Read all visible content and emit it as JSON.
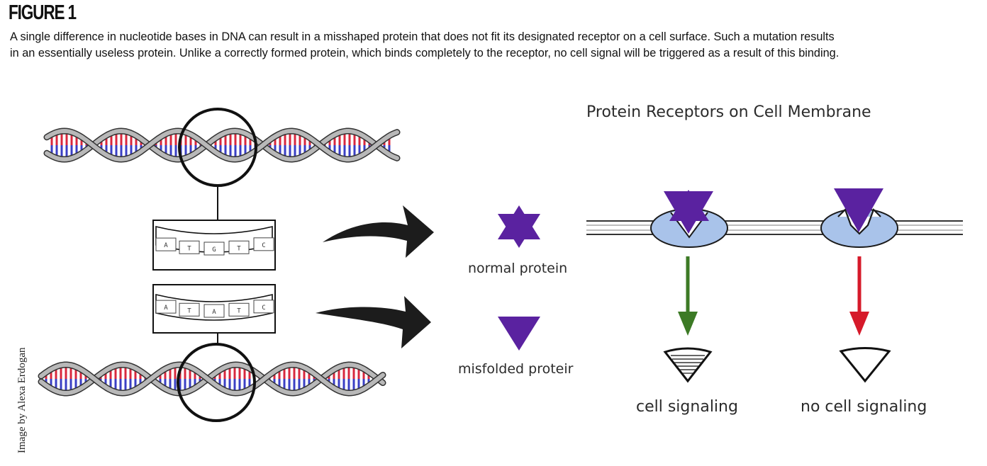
{
  "figure": {
    "title": "FIGURE 1",
    "caption_line1": "A single difference in nucleotide bases in DNA can result in a misshaped protein that does not fit its designated receptor on a cell surface. Such a mutation results",
    "caption_line2": "in an essentially useless protein. Unlike a correctly formed protein, which binds completely to the receptor, no cell signal will be triggered as a result of this binding.",
    "credit": "Image by Alexa Erdogan"
  },
  "diagram": {
    "heading": "Protein Receptors on Cell Membrane",
    "normal_label": "normal protein",
    "misfolded_label": "misfolded proteir",
    "signal_label": "cell signaling",
    "no_signal_label": "no cell signaling",
    "top_sequence": [
      "A",
      "T",
      "G",
      "T",
      "C"
    ],
    "bottom_sequence": [
      "A",
      "T",
      "A",
      "T",
      "C"
    ],
    "colors": {
      "protein": "#5a22a0",
      "receptor": "#a9c3ea",
      "green_arrow": "#3c7a25",
      "red_arrow": "#d61a2a",
      "base_red": "#d8283e",
      "base_blue": "#3a3fc4",
      "mutated_base": "#e23a3a"
    }
  }
}
